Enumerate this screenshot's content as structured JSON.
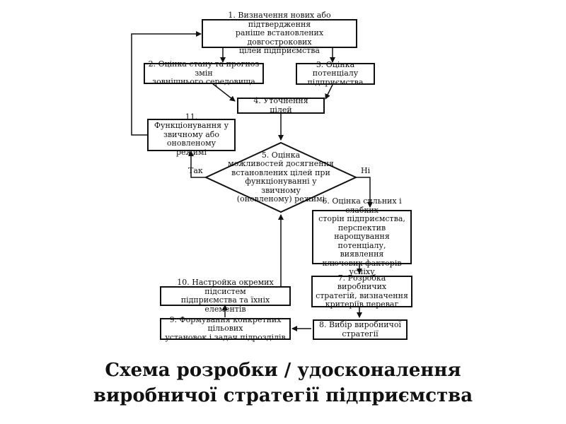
{
  "steps": {
    "s1": [
      "1. Визначення нових або підтвердження",
      "раніше встановлених довгострокових",
      "цілей підприємства"
    ],
    "s2": [
      "2. Оцінка стану та прогноз змін",
      "зовнішнього середовища"
    ],
    "s3": [
      "3. Оцінка потенціалу",
      "підприємства"
    ],
    "s4": [
      "4. Уточнення цілей"
    ],
    "s5": [
      "5. Оцінка",
      "можливостей досягнення",
      "встановлених цілей при",
      "функціонуванні у звичному",
      "(оновленому) режимі"
    ],
    "s6": [
      "6. Оцінка сильних і слабких",
      "сторін підприємства,",
      "перспектив нарощування",
      "потенціалу, виявлення",
      "ключових факторів успіху"
    ],
    "s7": [
      "7. Розробка виробничих",
      "стратегій, визначення",
      "критеріїв переваг"
    ],
    "s8": [
      "8. Вибір виробничої",
      "стратегії"
    ],
    "s9": [
      "9. Формування конкретних цільових",
      "установок і задач підрозділів"
    ],
    "s10": [
      "10. Настройка окремих підсистем",
      "підприємства та їхніх елементів"
    ],
    "s11": [
      "11. Функціонування у",
      "звичному або",
      "оновленому режимі"
    ]
  },
  "branches": {
    "yes": "Так",
    "no": "Ні"
  },
  "caption": {
    "line1": "Схема розробки / удосконалення",
    "line2": "виробничої стратегії підприємства"
  }
}
